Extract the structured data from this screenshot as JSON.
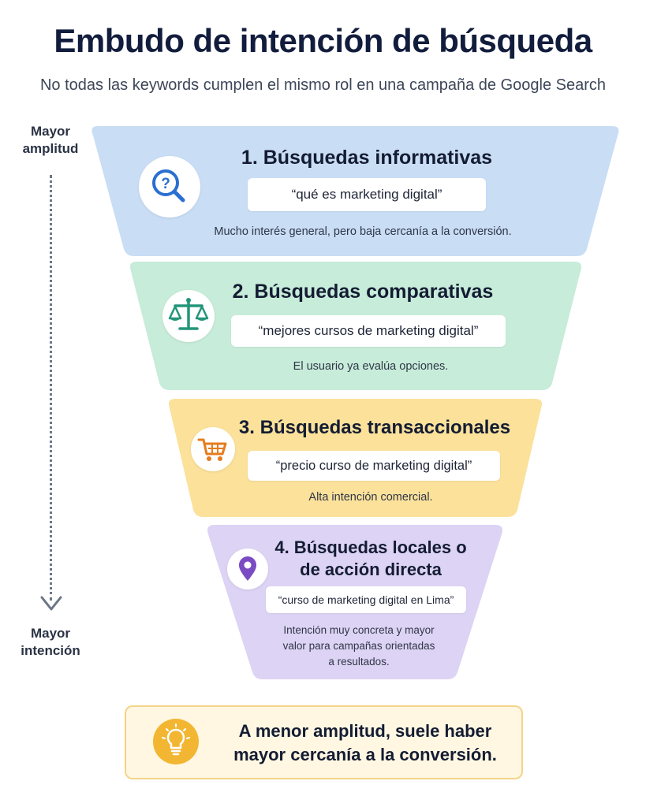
{
  "header": {
    "title": "Embudo de intención de búsqueda",
    "subtitle": "No todas las keywords cumplen el mismo rol en una campaña de Google Search"
  },
  "axis": {
    "top_label_line1": "Mayor",
    "top_label_line2": "amplitud",
    "bottom_label_line1": "Mayor",
    "bottom_label_line2": "intención"
  },
  "levels": [
    {
      "title": "1. Búsquedas informativas",
      "example": "“qué es marketing digital”",
      "description": "Mucho interés general, pero baja cercanía a la conversión.",
      "color": "#c9ddf5",
      "icon": "search-question-icon",
      "accent": "#2a6fd1"
    },
    {
      "title": "2. Búsquedas comparativas",
      "example": "“mejores cursos de marketing digital”",
      "description": "El usuario ya evalúa opciones.",
      "color": "#c7ecd9",
      "icon": "scale-icon",
      "accent": "#23957a"
    },
    {
      "title": "3. Búsquedas transaccionales",
      "example": "“precio curso de marketing digital”",
      "description": "Alta intención comercial.",
      "color": "#fbe19a",
      "icon": "cart-icon",
      "accent": "#e57c1e"
    },
    {
      "title_line1": "4. Búsquedas locales o",
      "title_line2": "de acción directa",
      "example": "“curso de marketing digital en Lima”",
      "description_line1": "Intención muy concreta y mayor",
      "description_line2": "valor para campañas orientadas",
      "description_line3": "a resultados.",
      "color": "#ddd3f4",
      "icon": "location-pin-icon",
      "accent": "#7a4bc2"
    }
  ],
  "callout": {
    "line1": "A menor amplitud, suele haber",
    "line2": "mayor cercanía a la conversión.",
    "icon": "lightbulb-icon",
    "accent": "#f2b632"
  }
}
